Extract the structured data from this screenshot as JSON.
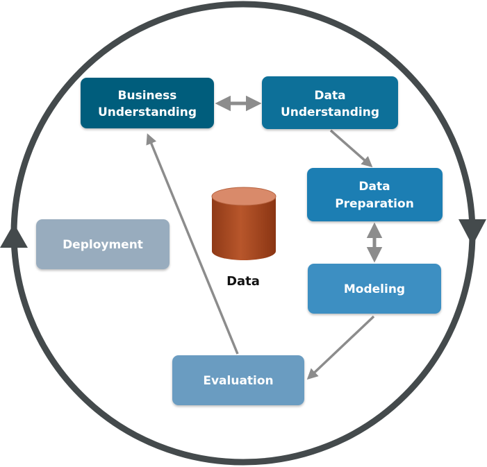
{
  "diagram": {
    "phases": {
      "business_understanding": {
        "line1": "Business",
        "line2": "Understanding",
        "color": "#055d7c"
      },
      "data_understanding": {
        "line1": "Data",
        "line2": "Understanding",
        "color": "#0f6f99"
      },
      "data_preparation": {
        "line1": "Data",
        "line2": "Preparation",
        "color": "#1d7eb3"
      },
      "modeling": {
        "label": "Modeling",
        "color": "#3d8fc2"
      },
      "evaluation": {
        "label": "Evaluation",
        "color": "#6a9cc1"
      },
      "deployment": {
        "label": "Deployment",
        "color": "#98acbe"
      }
    },
    "data_store": {
      "label": "Data",
      "icon": "database-cylinder-icon",
      "color": "#a54a22"
    },
    "cycle": {
      "color": "#444a4c"
    },
    "arrow_color": "#8c8c8c"
  }
}
